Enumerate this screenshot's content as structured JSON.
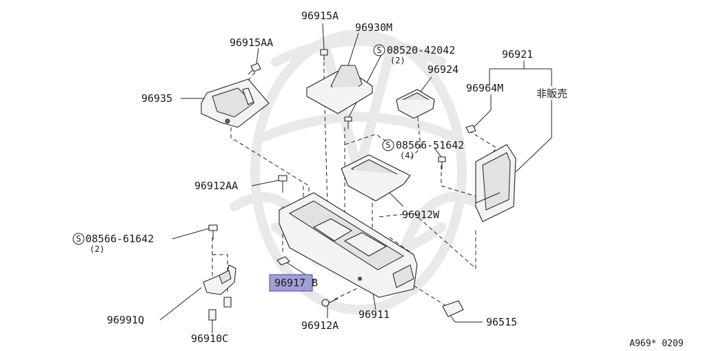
{
  "labels": {
    "p96915A": "96915A",
    "p96930M": "96930M",
    "p96915AA": "96915AA",
    "p08520": "08520-42042",
    "p08520_qty": "(2)",
    "p96921": "96921",
    "p96924": "96924",
    "p96964M": "96964M",
    "p_not_for_sale": "非販売",
    "p96935": "96935",
    "p08566_top": "08566-51642",
    "p08566_top_qty": "(4)",
    "p96912AA": "96912AA",
    "p96912W": "96912W",
    "p08566_left": "08566-61642",
    "p08566_left_qty": "(2)",
    "p96917B_main": "96917",
    "p96917B_suffix": "B",
    "p96991Q": "96991Q",
    "p96912A": "96912A",
    "p96911": "96911",
    "p96515": "96515",
    "p96910C": "96910C",
    "screw_symbol": "S",
    "reference_code": "A969* 0209"
  },
  "colors": {
    "highlight_fill": "#9f9fd8",
    "highlight_stroke": "#4a4aa0",
    "line": "#222222"
  }
}
